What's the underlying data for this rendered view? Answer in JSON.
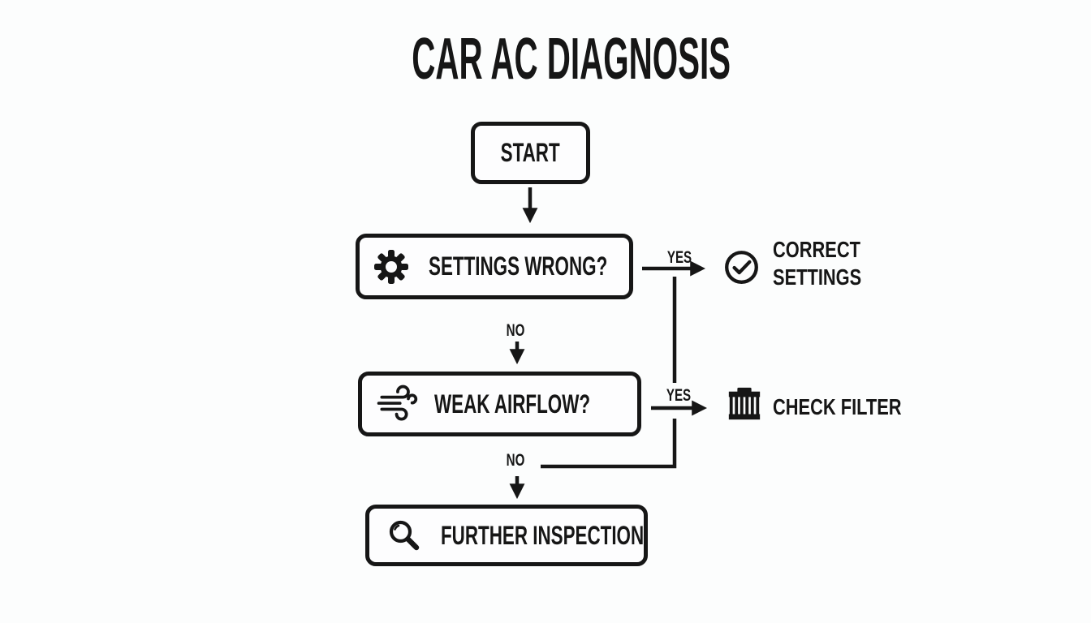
{
  "title": "CAR AC DIAGNOSIS",
  "flowchart": {
    "nodes": [
      {
        "id": "start",
        "label": "START",
        "icon": null
      },
      {
        "id": "settings",
        "label": "SETTINGS WRONG?",
        "icon": "gear-icon"
      },
      {
        "id": "airflow",
        "label": "WEAK AIRFLOW?",
        "icon": "wind-icon"
      },
      {
        "id": "inspection",
        "label": "FURTHER INSPECTION",
        "icon": "magnifier-icon"
      }
    ],
    "outcomes": [
      {
        "id": "correct-settings",
        "label": "CORRECT SETTINGS",
        "icon": "check-circle-icon"
      },
      {
        "id": "check-filter",
        "label": "CHECK FILTER",
        "icon": "filter-icon"
      }
    ],
    "edge_labels": {
      "settings_yes": "YES",
      "settings_no": "NO",
      "airflow_yes": "YES",
      "airflow_no": "NO"
    }
  },
  "colors": {
    "ink": "#161616",
    "background": "#fcfdfd",
    "node_fill": "#fdfdfe"
  }
}
